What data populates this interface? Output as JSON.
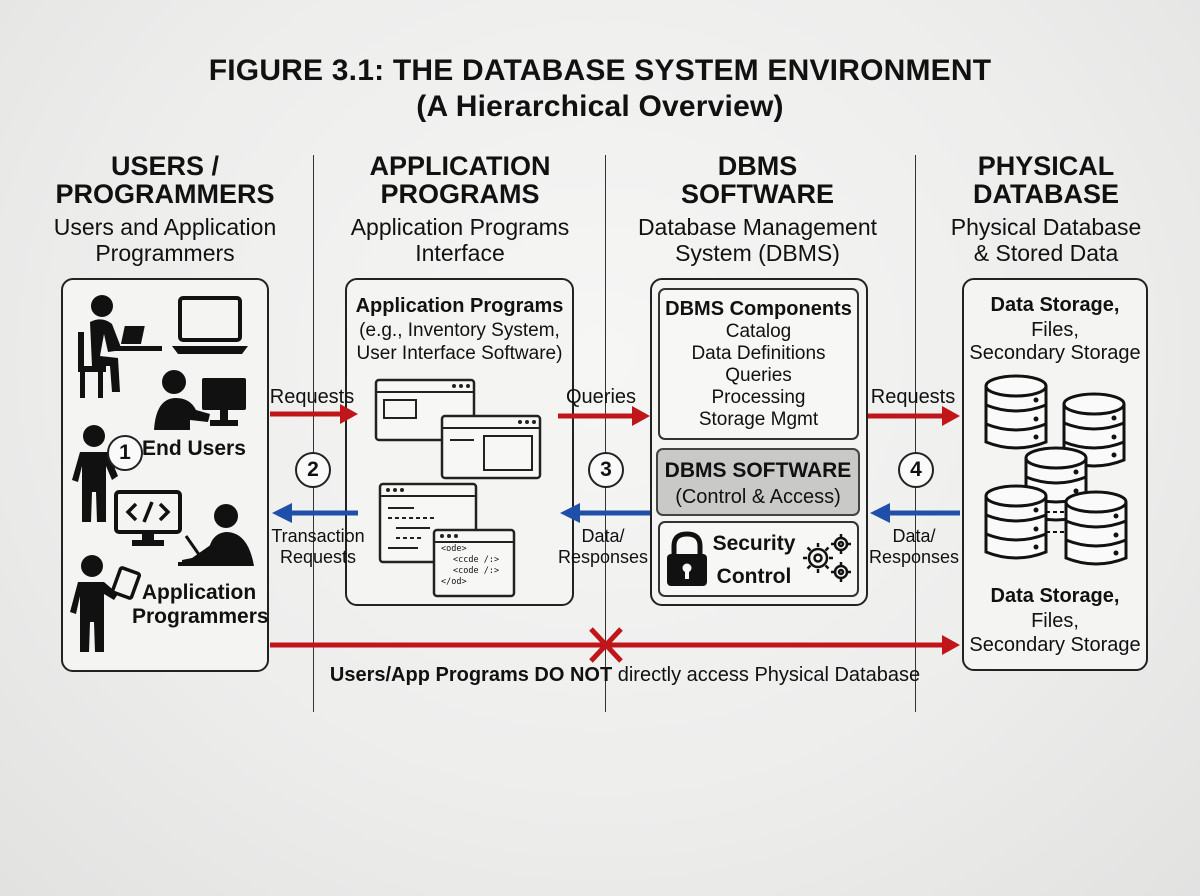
{
  "title": {
    "line1": "FIGURE 3.1: THE DATABASE SYSTEM ENVIRONMENT",
    "line2": "(A Hierarchical Overview)"
  },
  "columns": [
    {
      "heading_line1": "USERS /",
      "heading_line2": "PROGRAMMERS",
      "sub_line1": "Users and Application",
      "sub_line2": "Programmers"
    },
    {
      "heading_line1": "APPLICATION",
      "heading_line2": "PROGRAMS",
      "sub_line1": "Application Programs",
      "sub_line2": "Interface"
    },
    {
      "heading_line1": "DBMS",
      "heading_line2": "SOFTWARE",
      "sub_line1": "Database Management",
      "sub_line2": "System (DBMS)"
    },
    {
      "heading_line1": "PHYSICAL",
      "heading_line2": "DATABASE",
      "sub_line1": "Physical Database",
      "sub_line2": "& Stored Data"
    }
  ],
  "users_box": {
    "end_users_label": "End Users",
    "programmers_line1": "Application",
    "programmers_line2": "Programmers"
  },
  "app_box": {
    "title": "Application Programs",
    "desc_line1": "(e.g., Inventory System,",
    "desc_line2": "User Interface Software)",
    "code_lines": [
      "<ode>",
      "<ccde /:>",
      "<code /:>",
      "</od>"
    ]
  },
  "dbms_box": {
    "components_title": "DBMS Components",
    "components": [
      "Catalog",
      "Data Definitions",
      "Queries",
      "Processing",
      "Storage Mgmt"
    ],
    "software_title": "DBMS SOFTWARE",
    "software_sub": "(Control & Access)",
    "security_line1": "Security",
    "security_line2": "Control"
  },
  "physical_box": {
    "top_line1": "Data Storage,",
    "top_line2": "Files,",
    "top_line3": "Secondary Storage",
    "bottom_line1": "Data Storage,",
    "bottom_line2": "Files,",
    "bottom_line3": "Secondary Storage"
  },
  "steps": [
    "1",
    "2",
    "3",
    "4"
  ],
  "arrows": {
    "req1": "Requests",
    "trans_line1": "Transaction",
    "trans_line2": "Requests",
    "queries": "Queries",
    "resp_line1": "Data/",
    "resp_line2": "Responses",
    "req3": "Requests"
  },
  "footer": {
    "bold_part": "Users/App Programs DO NOT",
    "rest": " directly access Physical Database"
  },
  "colors": {
    "red_arrow": "#c0161a",
    "blue_arrow": "#1f4fa8",
    "ink": "#111111"
  }
}
